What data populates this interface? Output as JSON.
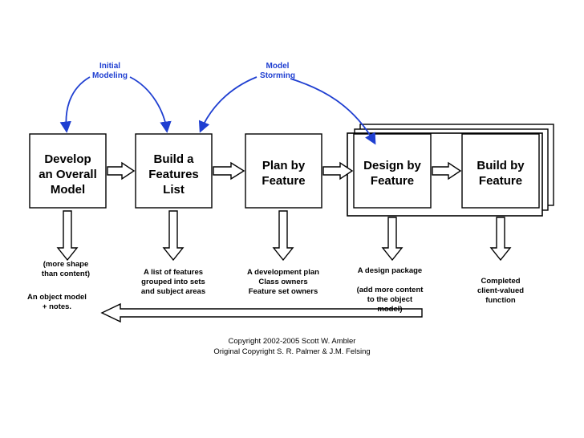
{
  "colors": {
    "accent": "#1f3fd1",
    "line": "#000000",
    "background": "#ffffff"
  },
  "top_labels": {
    "initial_modeling": [
      "Initial",
      "Modeling"
    ],
    "model_storming": [
      "Model",
      "Storming"
    ]
  },
  "steps": [
    {
      "title": [
        "Develop",
        "an Overall",
        "Model"
      ]
    },
    {
      "title": [
        "Build a",
        "Features",
        "List"
      ]
    },
    {
      "title": [
        "Plan by",
        "Feature"
      ]
    },
    {
      "title": [
        "Design by",
        "Feature"
      ]
    },
    {
      "title": [
        "Build by",
        "Feature"
      ]
    }
  ],
  "outputs": [
    [
      "(more shape",
      "than content)",
      "",
      "An object model",
      "+ notes."
    ],
    [
      "A list of features",
      "grouped into sets",
      "and subject areas"
    ],
    [
      "A development plan",
      "Class owners",
      "Feature set owners"
    ],
    [
      "A design package",
      "",
      "(add more content",
      "to the object",
      "model)"
    ],
    [
      "Completed",
      "client-valued",
      "function"
    ]
  ],
  "copyright": [
    "Copyright 2002-2005 Scott W. Ambler",
    "Original Copyright S. R. Palmer & J.M. Felsing"
  ]
}
